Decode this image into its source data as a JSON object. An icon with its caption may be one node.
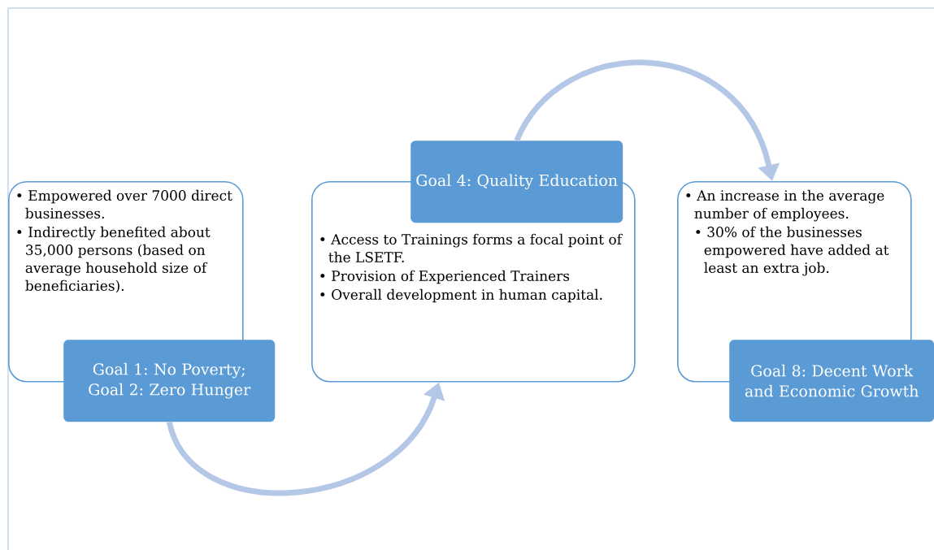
{
  "diagram": {
    "nodes": [
      {
        "text": [
          "• Empowered over 7000 direct businesses.",
          "• Indirectly benefited about 35,000 persons (based on average household size of beneficiaries)."
        ]
      },
      {
        "text": [
          "Goal 1: No Poverty; Goal 2: Zero Hunger"
        ]
      },
      {
        "text": [
          "• Access to Trainings forms a focal point of the LSETF.",
          "• Provision of Experienced Trainers",
          "• Overall development in human capital."
        ]
      },
      {
        "text": [
          "Goal 4: Quality Education"
        ]
      },
      {
        "text": [
          "• An increase in the average number of employees.",
          "• 30% of the businesses empowered have added at least an extra job."
        ]
      },
      {
        "text": [
          "Goal 8: Decent Work and Economic Growth"
        ]
      }
    ],
    "edges": [
      {
        "from": 1,
        "to": 2,
        "arrow": "to"
      },
      {
        "from": 3,
        "to": 4,
        "arrow": "to"
      }
    ]
  }
}
